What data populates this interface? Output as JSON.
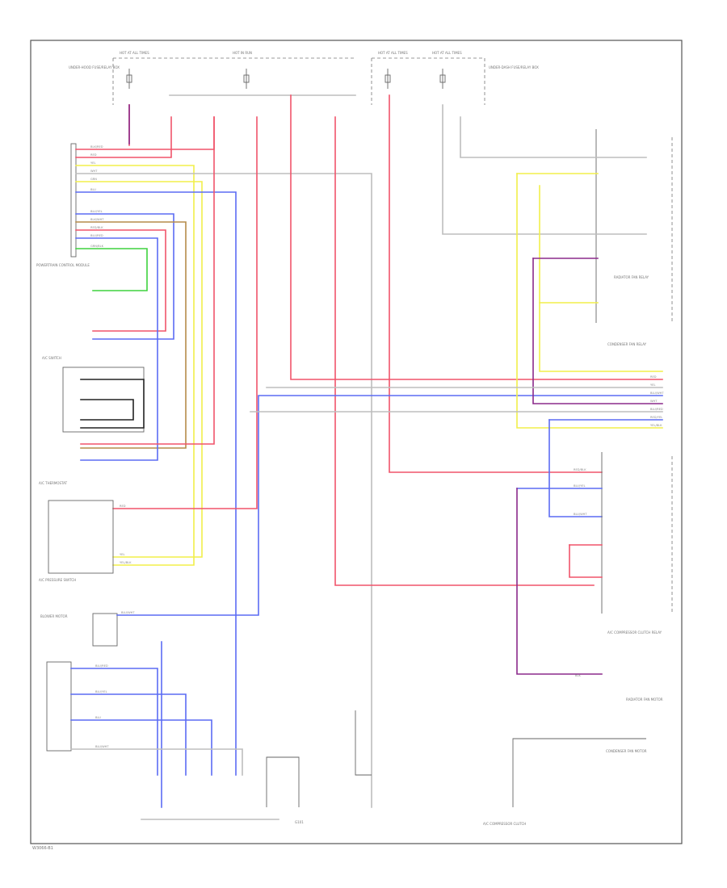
{
  "footer": {
    "code": "W3066-B1"
  },
  "labels": {
    "hot_all_left": "HOT AT ALL TIMES",
    "hot_run_center": "HOT IN RUN",
    "hot_all_right1": "HOT AT ALL TIMES",
    "hot_all_right2": "HOT AT ALL TIMES",
    "fuse_box_left": "UNDER-HOOD FUSE/RELAY BOX",
    "fuse_box_right": "UNDER-DASH FUSE/RELAY BOX",
    "pcm": "POWERTRAIN CONTROL MODULE",
    "a_c_switch": "A/C SWITCH",
    "thermo_switch": "A/C THERMOSTAT",
    "pressure_switch": "A/C PRESSURE SWITCH",
    "radiator_fan_relay": "RADIATOR FAN RELAY",
    "condenser_fan_relay": "CONDENSER FAN RELAY",
    "compressor_clutch_relay": "A/C COMPRESSOR CLUTCH RELAY",
    "blower_motor": "BLOWER MOTOR",
    "radiator_fan_motor": "RADIATOR FAN MOTOR",
    "condenser_fan_motor": "CONDENSER FAN MOTOR",
    "compressor_clutch": "A/C COMPRESSOR CLUTCH",
    "ground": "G101"
  },
  "wires": {
    "w1": "BLK/RED",
    "w2": "RED",
    "w3": "YEL",
    "w4": "BLU",
    "w5": "GRN",
    "w6": "BLU/YEL",
    "w7": "BLK/WHT",
    "w8": "RED/BLK",
    "w9": "BLU/RED",
    "w10": "GRN/BLK",
    "w11": "WHT",
    "w12": "YEL/BLK",
    "w13": "BLU/WHT",
    "w14": "RED/YEL",
    "w15": "BLK"
  }
}
